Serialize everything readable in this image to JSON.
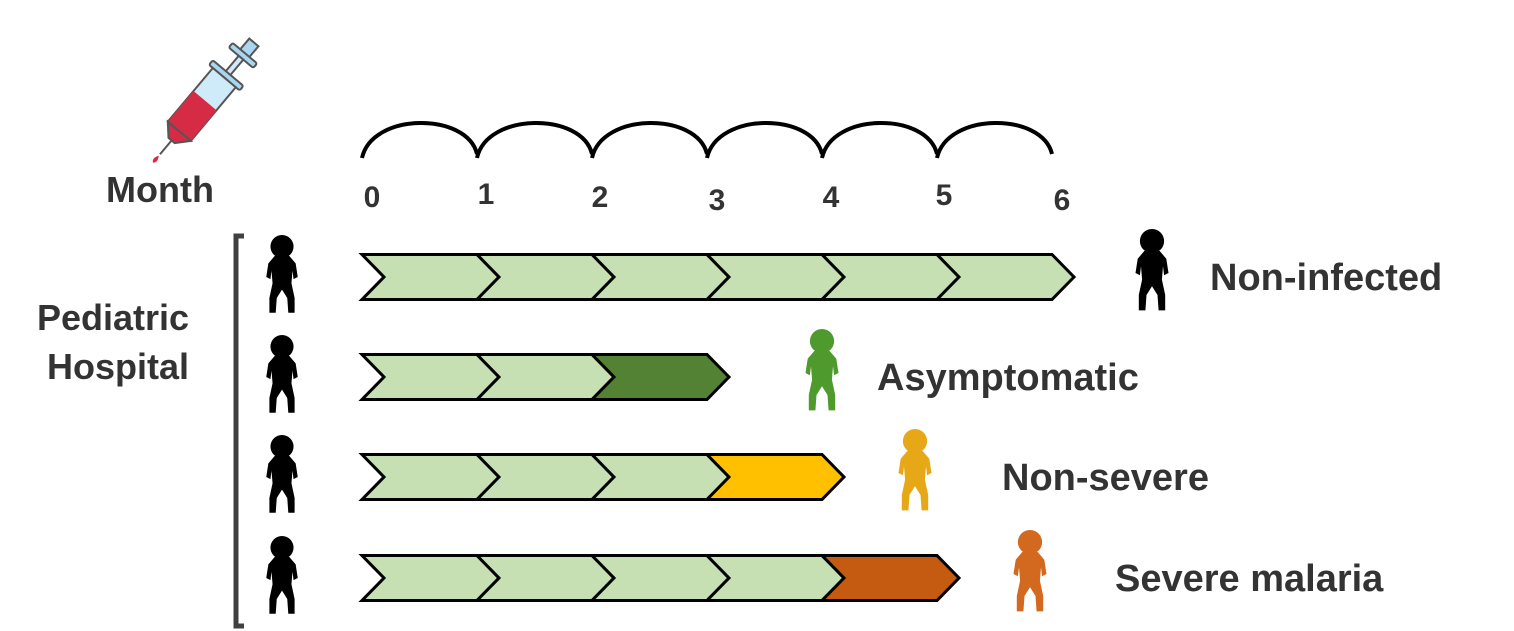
{
  "month_label": "Month",
  "group_label": [
    "Pediatric",
    "Hospital"
  ],
  "months": [
    "0",
    "1",
    "2",
    "3",
    "4",
    "5",
    "6"
  ],
  "colors": {
    "light": "#c6e0b4",
    "outline": "#000000",
    "text": "#333333",
    "syringe_barrel": "#a9d6f0",
    "syringe_fluid": "#d62b45"
  },
  "icons": {
    "syringe": "syringe-icon",
    "baby": "baby-icon"
  },
  "rows": [
    {
      "outcome": "Non-infected",
      "light_segments": 6,
      "final_color": null,
      "baby_color": "#000000"
    },
    {
      "outcome": "Asymptomatic",
      "light_segments": 2,
      "final_color": "#548235",
      "baby_color": "#4e9a2d"
    },
    {
      "outcome": "Non-severe",
      "light_segments": 3,
      "final_color": "#ffc000",
      "baby_color": "#e6a817"
    },
    {
      "outcome": "Severe malaria",
      "light_segments": 4,
      "final_color": "#c55a11",
      "baby_color": "#d2691e"
    }
  ]
}
